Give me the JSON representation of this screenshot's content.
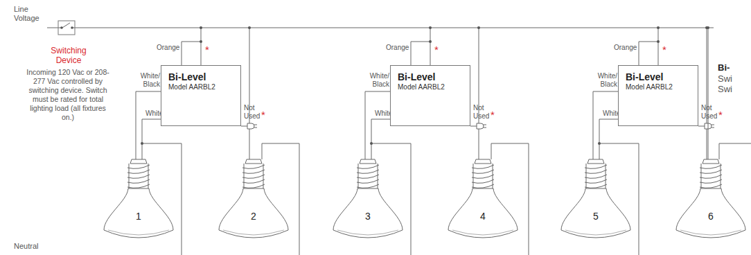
{
  "diagram": {
    "nodes": [
      {
        "text": [
          "Bi-Level",
          "Model AARBL2"
        ]
      },
      {
        "text": [
          "1"
        ]
      },
      {
        "text": [
          "2"
        ]
      },
      {
        "text": [
          "Bi-Level",
          "Model AARBL2"
        ]
      },
      {
        "text": [
          "3"
        ]
      },
      {
        "text": [
          "4"
        ]
      },
      {
        "text": [
          "Bi-Level",
          "Model AARBL2"
        ]
      },
      {
        "text": [
          "5"
        ]
      },
      {
        "text": [
          "6"
        ]
      }
    ],
    "edges": [
      {
        "from": 0,
        "to": 1,
        "arrow": "none"
      },
      {
        "from": 3,
        "to": 4,
        "arrow": "none"
      },
      {
        "from": 6,
        "to": 7,
        "arrow": "none"
      }
    ],
    "labels": [
      "Line Voltage",
      "Switching Device",
      "Incoming 120 Vac or 208-277 Vac controlled by switching device. Switch must be rated for total lighting load (all fixtures on.)",
      "Orange",
      "*",
      "White/ Black",
      "White",
      "Not Used",
      "*",
      "Orange",
      "*",
      "White/ Black",
      "White",
      "Not Used",
      "*",
      "Orange",
      "*",
      "White/ Black",
      "White",
      "Not Used",
      "*",
      "Neutral",
      "Bi-",
      "Swi",
      "Swi"
    ]
  }
}
